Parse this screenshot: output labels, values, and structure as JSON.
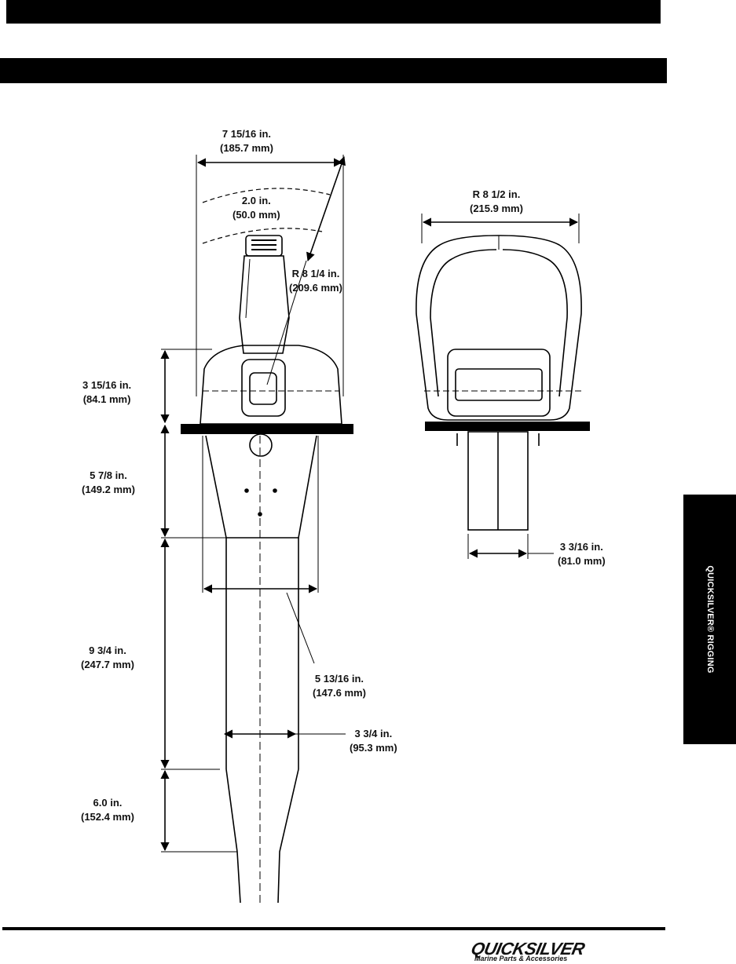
{
  "side_tab": {
    "label": "QUICKSILVER® RIGGING"
  },
  "dimensions": {
    "top_width": [
      "7 15/16 in.",
      "(185.7 mm)"
    ],
    "travel": [
      "2.0 in.",
      "(50.0 mm)"
    ],
    "lever_radius": [
      "R 8 1/4 in.",
      "(209.6 mm)"
    ],
    "housing_height": [
      "3 15/16 in.",
      "(84.1 mm)"
    ],
    "lower_height": [
      "5 7/8 in.",
      "(149.2 mm)"
    ],
    "cutout_height": [
      "9 3/4 in.",
      "(247.7 mm)"
    ],
    "cutout_width": [
      "5 13/16 in.",
      "(147.6 mm)"
    ],
    "neck_width": [
      "3 3/4 in.",
      "(95.3 mm)"
    ],
    "bottom_height": [
      "6.0 in.",
      "(152.4 mm)"
    ],
    "side_radius": [
      "R 8 1/2 in.",
      "(215.9 mm)"
    ],
    "side_depth": [
      "3 3/16 in.",
      "(81.0 mm)"
    ]
  },
  "logo": {
    "brand": "QUICKSILVER",
    "tagline": "Marine Parts & Accessories"
  }
}
